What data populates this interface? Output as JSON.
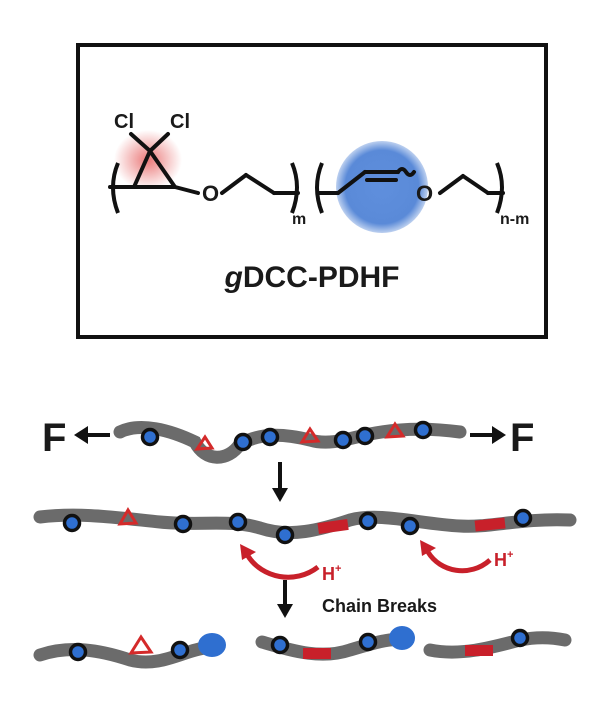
{
  "structure": {
    "cl_left": "Cl",
    "cl_right": "Cl",
    "oxygen_1": "O",
    "oxygen_2": "O",
    "subscript_m": "m",
    "subscript_nm": "n-m",
    "name_italic": "g",
    "name_rest": "DCC-PDHF"
  },
  "mechanism": {
    "force_left": "F",
    "force_right": "F",
    "proton_1": "H",
    "proton_2": "H",
    "proton_charge": "+",
    "chain_breaks": "Chain Breaks"
  },
  "colors": {
    "chain": "#6b6b6b",
    "bead_fill": "#2f6fd0",
    "bead_outline": "#111111",
    "cyclopropane_red": "#d42a2a",
    "enol_ether_blue": "#4a7fd6",
    "arrow_red": "#c8202a"
  }
}
